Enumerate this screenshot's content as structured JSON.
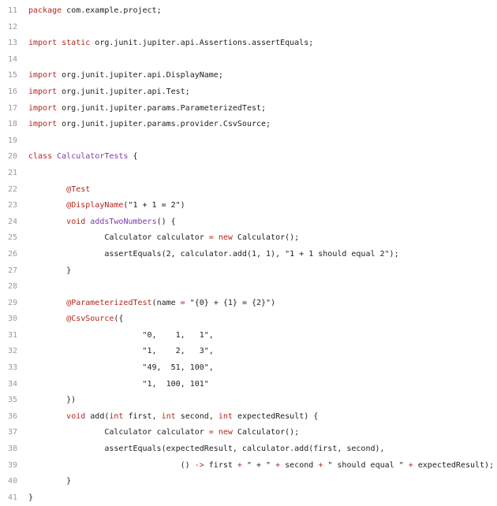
{
  "editor": {
    "lines": [
      {
        "num": "11",
        "tokens": [
          {
            "t": "kw",
            "v": "package"
          },
          {
            "t": "plain",
            "v": " com.example.project;"
          }
        ]
      },
      {
        "num": "12",
        "tokens": []
      },
      {
        "num": "13",
        "tokens": [
          {
            "t": "kw",
            "v": "import static"
          },
          {
            "t": "plain",
            "v": " org.junit.jupiter.api.Assertions.assertEquals;"
          }
        ]
      },
      {
        "num": "14",
        "tokens": []
      },
      {
        "num": "15",
        "tokens": [
          {
            "t": "kw",
            "v": "import"
          },
          {
            "t": "plain",
            "v": " org.junit.jupiter.api.DisplayName;"
          }
        ]
      },
      {
        "num": "16",
        "tokens": [
          {
            "t": "kw",
            "v": "import"
          },
          {
            "t": "plain",
            "v": " org.junit.jupiter.api.Test;"
          }
        ]
      },
      {
        "num": "17",
        "tokens": [
          {
            "t": "kw",
            "v": "import"
          },
          {
            "t": "plain",
            "v": " org.junit.jupiter.params.ParameterizedTest;"
          }
        ]
      },
      {
        "num": "18",
        "tokens": [
          {
            "t": "kw",
            "v": "import"
          },
          {
            "t": "plain",
            "v": " org.junit.jupiter.params.provider.CsvSource;"
          }
        ]
      },
      {
        "num": "19",
        "tokens": []
      },
      {
        "num": "20",
        "tokens": [
          {
            "t": "kw",
            "v": "class"
          },
          {
            "t": "plain",
            "v": " "
          },
          {
            "t": "cls",
            "v": "CalculatorTests"
          },
          {
            "t": "plain",
            "v": " {"
          }
        ]
      },
      {
        "num": "21",
        "tokens": []
      },
      {
        "num": "22",
        "tokens": [
          {
            "t": "plain",
            "v": "        "
          },
          {
            "t": "ann",
            "v": "@Test"
          }
        ]
      },
      {
        "num": "23",
        "tokens": [
          {
            "t": "plain",
            "v": "        "
          },
          {
            "t": "ann",
            "v": "@DisplayName"
          },
          {
            "t": "plain",
            "v": "(\"1 + 1 = 2\")"
          }
        ]
      },
      {
        "num": "24",
        "tokens": [
          {
            "t": "plain",
            "v": "        "
          },
          {
            "t": "kw",
            "v": "void"
          },
          {
            "t": "plain",
            "v": " "
          },
          {
            "t": "cls",
            "v": "addsTwoNumbers"
          },
          {
            "t": "plain",
            "v": "() {"
          }
        ]
      },
      {
        "num": "25",
        "tokens": [
          {
            "t": "plain",
            "v": "                Calculator calculator "
          },
          {
            "t": "op",
            "v": "="
          },
          {
            "t": "plain",
            "v": " "
          },
          {
            "t": "kw",
            "v": "new"
          },
          {
            "t": "plain",
            "v": " Calculator();"
          }
        ]
      },
      {
        "num": "26",
        "tokens": [
          {
            "t": "plain",
            "v": "                assertEquals(2, calculator.add(1, 1), \"1 + 1 should equal 2\");"
          }
        ]
      },
      {
        "num": "27",
        "tokens": [
          {
            "t": "plain",
            "v": "        }"
          }
        ]
      },
      {
        "num": "28",
        "tokens": []
      },
      {
        "num": "29",
        "tokens": [
          {
            "t": "plain",
            "v": "        "
          },
          {
            "t": "ann",
            "v": "@ParameterizedTest"
          },
          {
            "t": "plain",
            "v": "(name "
          },
          {
            "t": "op",
            "v": "="
          },
          {
            "t": "plain",
            "v": " \"{0} + {1} = {2}\")"
          }
        ]
      },
      {
        "num": "30",
        "tokens": [
          {
            "t": "plain",
            "v": "        "
          },
          {
            "t": "ann",
            "v": "@CsvSource"
          },
          {
            "t": "plain",
            "v": "({"
          }
        ]
      },
      {
        "num": "31",
        "tokens": [
          {
            "t": "plain",
            "v": "                        \"0,    1,   1\","
          }
        ]
      },
      {
        "num": "32",
        "tokens": [
          {
            "t": "plain",
            "v": "                        \"1,    2,   3\","
          }
        ]
      },
      {
        "num": "33",
        "tokens": [
          {
            "t": "plain",
            "v": "                        \"49,  51, 100\","
          }
        ]
      },
      {
        "num": "34",
        "tokens": [
          {
            "t": "plain",
            "v": "                        \"1,  100, 101\""
          }
        ]
      },
      {
        "num": "35",
        "tokens": [
          {
            "t": "plain",
            "v": "        })"
          }
        ]
      },
      {
        "num": "36",
        "tokens": [
          {
            "t": "plain",
            "v": "        "
          },
          {
            "t": "kw",
            "v": "void"
          },
          {
            "t": "plain",
            "v": " add("
          },
          {
            "t": "kw",
            "v": "int"
          },
          {
            "t": "plain",
            "v": " first, "
          },
          {
            "t": "kw",
            "v": "int"
          },
          {
            "t": "plain",
            "v": " second, "
          },
          {
            "t": "kw",
            "v": "int"
          },
          {
            "t": "plain",
            "v": " expectedResult) {"
          }
        ]
      },
      {
        "num": "37",
        "tokens": [
          {
            "t": "plain",
            "v": "                Calculator calculator "
          },
          {
            "t": "op",
            "v": "="
          },
          {
            "t": "plain",
            "v": " "
          },
          {
            "t": "kw",
            "v": "new"
          },
          {
            "t": "plain",
            "v": " Calculator();"
          }
        ]
      },
      {
        "num": "38",
        "tokens": [
          {
            "t": "plain",
            "v": "                assertEquals(expectedResult, calculator.add(first, second),"
          }
        ]
      },
      {
        "num": "39",
        "tokens": [
          {
            "t": "plain",
            "v": "                                () "
          },
          {
            "t": "op",
            "v": "->"
          },
          {
            "t": "plain",
            "v": " first "
          },
          {
            "t": "op",
            "v": "+"
          },
          {
            "t": "plain",
            "v": " \" + \" "
          },
          {
            "t": "op",
            "v": "+"
          },
          {
            "t": "plain",
            "v": " second "
          },
          {
            "t": "op",
            "v": "+"
          },
          {
            "t": "plain",
            "v": " \" should equal \" "
          },
          {
            "t": "op",
            "v": "+"
          },
          {
            "t": "plain",
            "v": " expectedResult);"
          }
        ]
      },
      {
        "num": "40",
        "tokens": [
          {
            "t": "plain",
            "v": "        }"
          }
        ]
      },
      {
        "num": "41",
        "tokens": [
          {
            "t": "plain",
            "v": "}"
          }
        ]
      }
    ]
  }
}
